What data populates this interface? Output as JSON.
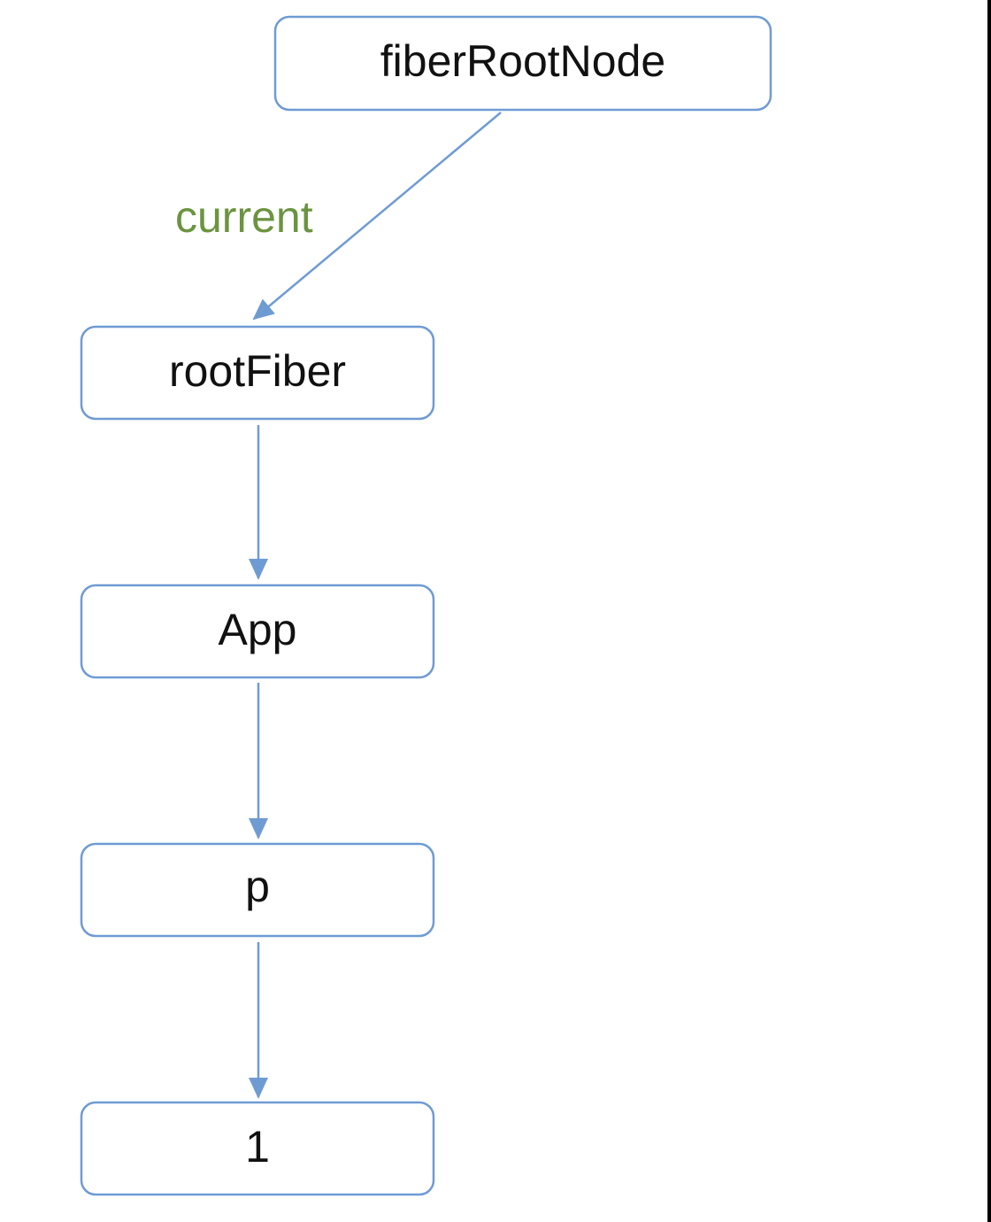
{
  "colors": {
    "node_border": "#6f9bd3",
    "edge": "#6f9bd3",
    "edge_label": "#6b9440",
    "text": "#111111"
  },
  "nodes": {
    "fiber_root_node": "fiberRootNode",
    "root_fiber": "rootFiber",
    "app": "App",
    "p": "p",
    "text_one": "1"
  },
  "edges": {
    "current_label": "current"
  }
}
